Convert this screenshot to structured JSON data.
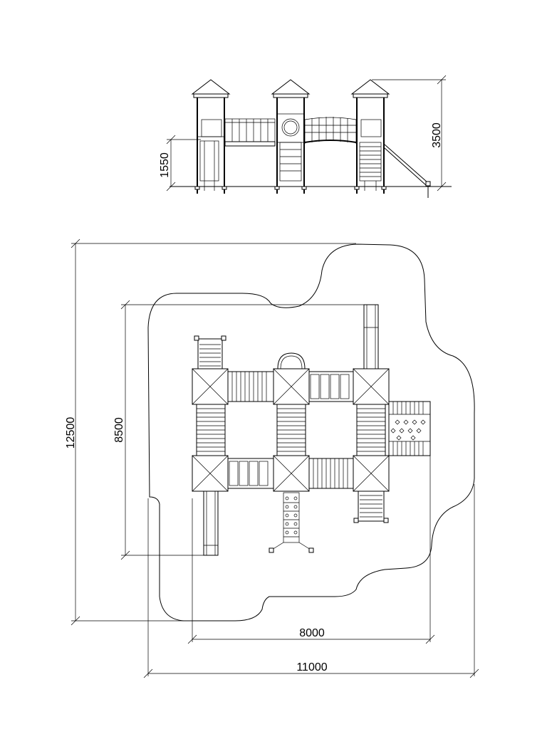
{
  "drawing": {
    "elevation": {
      "height_total": "3500",
      "platform_height": "1550"
    },
    "plan": {
      "outer_height": "12500",
      "inner_height": "8500",
      "inner_width": "8000",
      "outer_width": "11000"
    }
  }
}
